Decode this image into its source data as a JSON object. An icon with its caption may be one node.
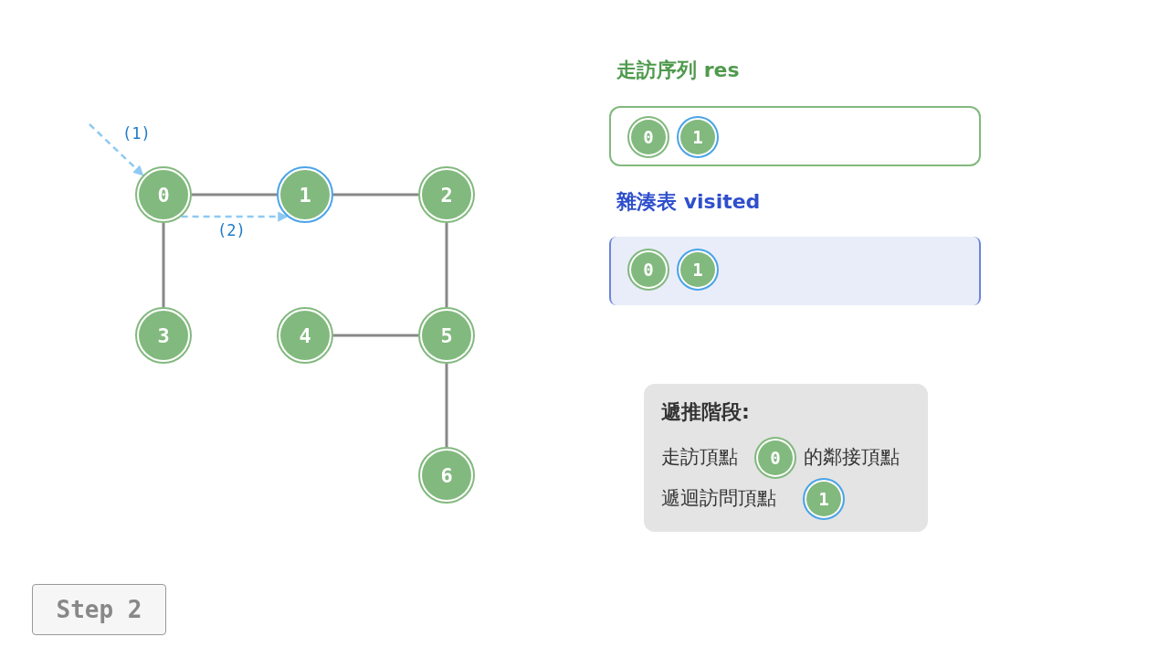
{
  "diagram": {
    "nodes": [
      {
        "text": [
          "0"
        ]
      },
      {
        "text": [
          "1"
        ]
      },
      {
        "text": [
          "2"
        ]
      },
      {
        "text": [
          "3"
        ]
      },
      {
        "text": [
          "4"
        ]
      },
      {
        "text": [
          "5"
        ]
      },
      {
        "text": [
          "6"
        ]
      },
      {
        "text": [
          "走訪序列 res"
        ]
      },
      {
        "text": [
          "0"
        ],
        "in": 7
      },
      {
        "text": [
          "1"
        ],
        "in": 7
      },
      {
        "text": [
          "雜湊表 visited"
        ]
      },
      {
        "text": [
          "0"
        ],
        "in": 10
      },
      {
        "text": [
          "1"
        ],
        "in": 10
      },
      {
        "text": [
          "遞推階段:",
          "走訪頂點",
          "的鄰接頂點",
          "遞迴訪問頂點"
        ]
      },
      {
        "text": [
          "0"
        ],
        "in": 13
      },
      {
        "text": [
          "1"
        ],
        "in": 13
      },
      {
        "text": [
          "Step 2"
        ]
      }
    ],
    "edges": [
      {
        "from": 0,
        "to": 1,
        "arrow": "none"
      },
      {
        "from": 1,
        "to": 2,
        "arrow": "none"
      },
      {
        "from": 0,
        "to": 3,
        "arrow": "none"
      },
      {
        "from": 2,
        "to": 5,
        "arrow": "none"
      },
      {
        "from": 4,
        "to": 5,
        "arrow": "none"
      },
      {
        "from": 5,
        "to": 6,
        "arrow": "none"
      },
      {
        "from": null,
        "to": 0,
        "arrow": "to",
        "label": "(1)",
        "style": "dashed",
        "color": "#8ec9f2"
      },
      {
        "from": 0,
        "to": 1,
        "arrow": "to",
        "label": "(2)",
        "style": "dashed",
        "color": "#8ec9f2"
      }
    ]
  }
}
